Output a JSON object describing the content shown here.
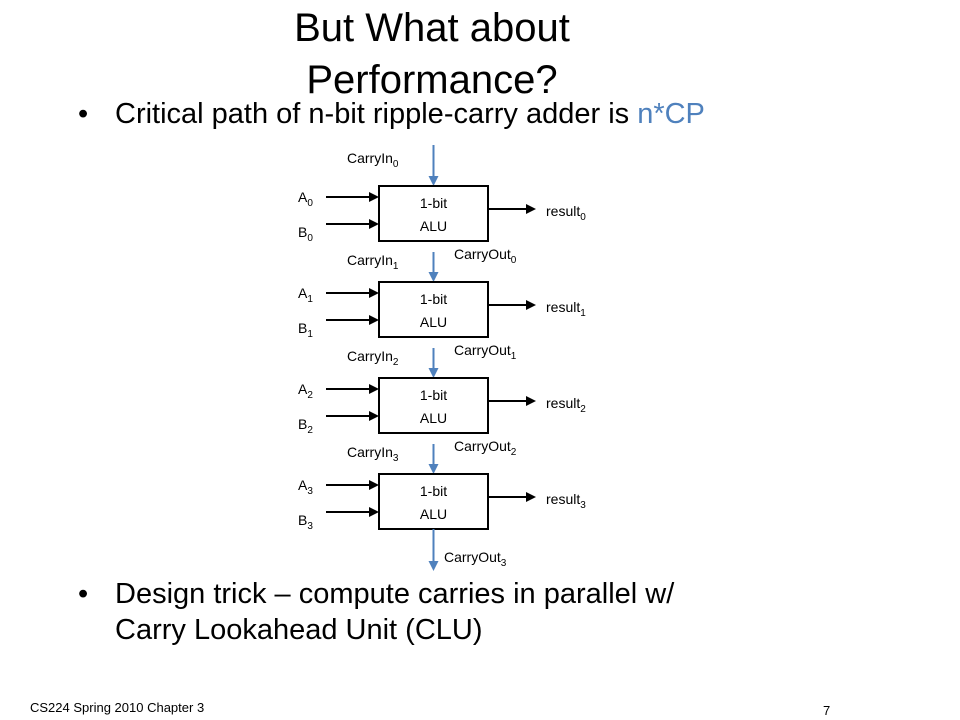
{
  "slide": {
    "title_line1": "But What about",
    "title_line2": "Performance?",
    "bullet1_text": "Critical path of n-bit ripple-carry adder is ",
    "bullet1_highlight": "n*CP",
    "bullet2_line1": "Design trick – compute carries in parallel w/",
    "bullet2_line2": "Carry Lookahead Unit (CLU)",
    "bullet_glyph": "•",
    "footer": "CS224 Spring 2010 Chapter 3",
    "page_number": "7",
    "highlight_color": "#4f81bd",
    "arrow_color": "#4f81bd"
  },
  "diagram": {
    "box_line1": "1-bit",
    "box_line2": "ALU",
    "stages": [
      {
        "carry_in": "CarryIn",
        "carry_in_sub": "0",
        "a": "A",
        "a_sub": "0",
        "b": "B",
        "b_sub": "0",
        "result": "result",
        "result_sub": "0",
        "carry_out": "CarryOut",
        "carry_out_sub": "0"
      },
      {
        "carry_in": "CarryIn",
        "carry_in_sub": "1",
        "a": "A",
        "a_sub": "1",
        "b": "B",
        "b_sub": "1",
        "result": "result",
        "result_sub": "1",
        "carry_out": "CarryOut",
        "carry_out_sub": "1"
      },
      {
        "carry_in": "CarryIn",
        "carry_in_sub": "2",
        "a": "A",
        "a_sub": "2",
        "b": "B",
        "b_sub": "2",
        "result": "result",
        "result_sub": "2",
        "carry_out": "CarryOut",
        "carry_out_sub": "2"
      },
      {
        "carry_in": "CarryIn",
        "carry_in_sub": "3",
        "a": "A",
        "a_sub": "3",
        "b": "B",
        "b_sub": "3",
        "result": "result",
        "result_sub": "3",
        "carry_out": "CarryOut",
        "carry_out_sub": "3"
      }
    ]
  }
}
